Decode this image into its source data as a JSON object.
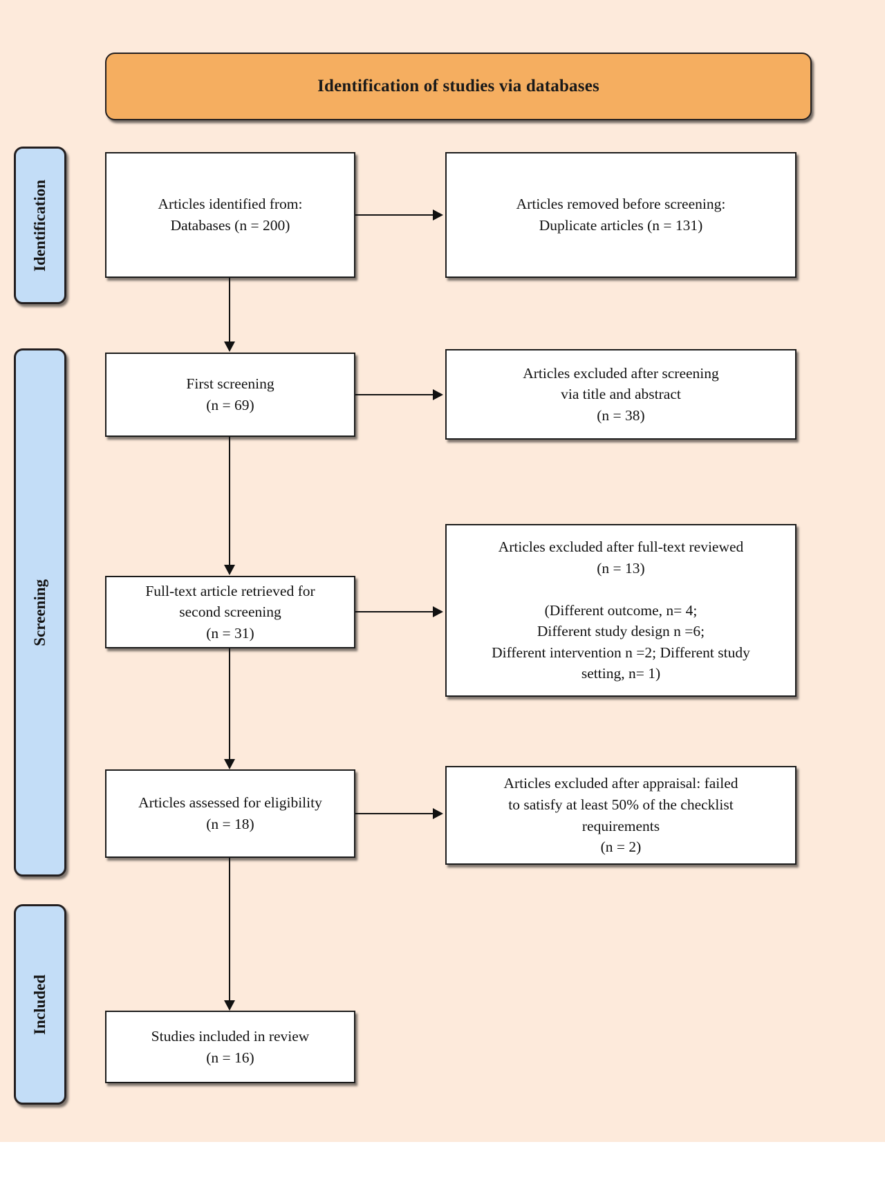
{
  "header": {
    "title": "Identification of studies via databases",
    "fill_color": "#F5AE60"
  },
  "canvas": {
    "background_color": "#FDEADB",
    "box_fill": "#FFFFFF",
    "stage_fill": "#C3DDF7",
    "border_color": "#1B1B1B"
  },
  "stages": [
    {
      "label": "Identification"
    },
    {
      "label": "Screening"
    },
    {
      "label": "Included"
    }
  ],
  "boxes": {
    "identified": {
      "lines": [
        "Articles identified from:",
        "Databases (n = 200)"
      ]
    },
    "removed": {
      "lines": [
        "Articles removed before screening:",
        "Duplicate articles (n = 131)"
      ]
    },
    "first_screening": {
      "lines": [
        "First screening",
        "(n = 69)"
      ]
    },
    "excluded_title_abstract": {
      "lines": [
        "Articles excluded after screening",
        "via title and abstract",
        "(n = 38)"
      ]
    },
    "fulltext_retrieved": {
      "lines": [
        "Full-text article retrieved for",
        "second screening",
        "(n = 31)"
      ]
    },
    "excluded_fulltext": {
      "lines": [
        "Articles excluded after full-text reviewed",
        "(n = 13)",
        "",
        "(Different outcome, n= 4;",
        "Different study design n =6;",
        "Different intervention n =2; Different study",
        "setting, n= 1)"
      ]
    },
    "assessed_eligibility": {
      "lines": [
        "Articles assessed for eligibility",
        "(n = 18)"
      ]
    },
    "excluded_appraisal": {
      "lines": [
        "Articles excluded after appraisal: failed",
        "to satisfy at least 50% of the checklist",
        "requirements",
        "(n = 2)"
      ]
    },
    "included_review": {
      "lines": [
        "Studies included in review",
        "(n = 16)"
      ]
    }
  },
  "chart_data": {
    "type": "diagram",
    "title": "Identification of studies via databases",
    "diagram_kind": "PRISMA flow diagram",
    "stages": [
      "Identification",
      "Screening",
      "Included"
    ],
    "nodes": [
      {
        "id": "identified",
        "stage": "Identification",
        "label": "Articles identified from: Databases",
        "n": 200
      },
      {
        "id": "removed",
        "stage": "Identification",
        "label": "Articles removed before screening: Duplicate articles",
        "n": 131
      },
      {
        "id": "first_screening",
        "stage": "Screening",
        "label": "First screening",
        "n": 69
      },
      {
        "id": "excluded_title_abstract",
        "stage": "Screening",
        "label": "Articles excluded after screening via title and abstract",
        "n": 38
      },
      {
        "id": "fulltext_retrieved",
        "stage": "Screening",
        "label": "Full-text article retrieved for second screening",
        "n": 31
      },
      {
        "id": "excluded_fulltext",
        "stage": "Screening",
        "label": "Articles excluded after full-text reviewed",
        "n": 13,
        "reasons": [
          {
            "reason": "Different outcome",
            "n": 4
          },
          {
            "reason": "Different study design",
            "n": 6
          },
          {
            "reason": "Different intervention",
            "n": 2
          },
          {
            "reason": "Different study setting",
            "n": 1
          }
        ]
      },
      {
        "id": "assessed_eligibility",
        "stage": "Screening",
        "label": "Articles assessed for eligibility",
        "n": 18
      },
      {
        "id": "excluded_appraisal",
        "stage": "Screening",
        "label": "Articles excluded after appraisal: failed to satisfy at least 50% of the checklist requirements",
        "n": 2
      },
      {
        "id": "included_review",
        "stage": "Included",
        "label": "Studies included in review",
        "n": 16
      }
    ],
    "edges": [
      {
        "from": "identified",
        "to": "removed",
        "direction": "right"
      },
      {
        "from": "identified",
        "to": "first_screening",
        "direction": "down"
      },
      {
        "from": "first_screening",
        "to": "excluded_title_abstract",
        "direction": "right"
      },
      {
        "from": "first_screening",
        "to": "fulltext_retrieved",
        "direction": "down"
      },
      {
        "from": "fulltext_retrieved",
        "to": "excluded_fulltext",
        "direction": "right"
      },
      {
        "from": "fulltext_retrieved",
        "to": "assessed_eligibility",
        "direction": "down"
      },
      {
        "from": "assessed_eligibility",
        "to": "excluded_appraisal",
        "direction": "right"
      },
      {
        "from": "assessed_eligibility",
        "to": "included_review",
        "direction": "down"
      }
    ]
  }
}
